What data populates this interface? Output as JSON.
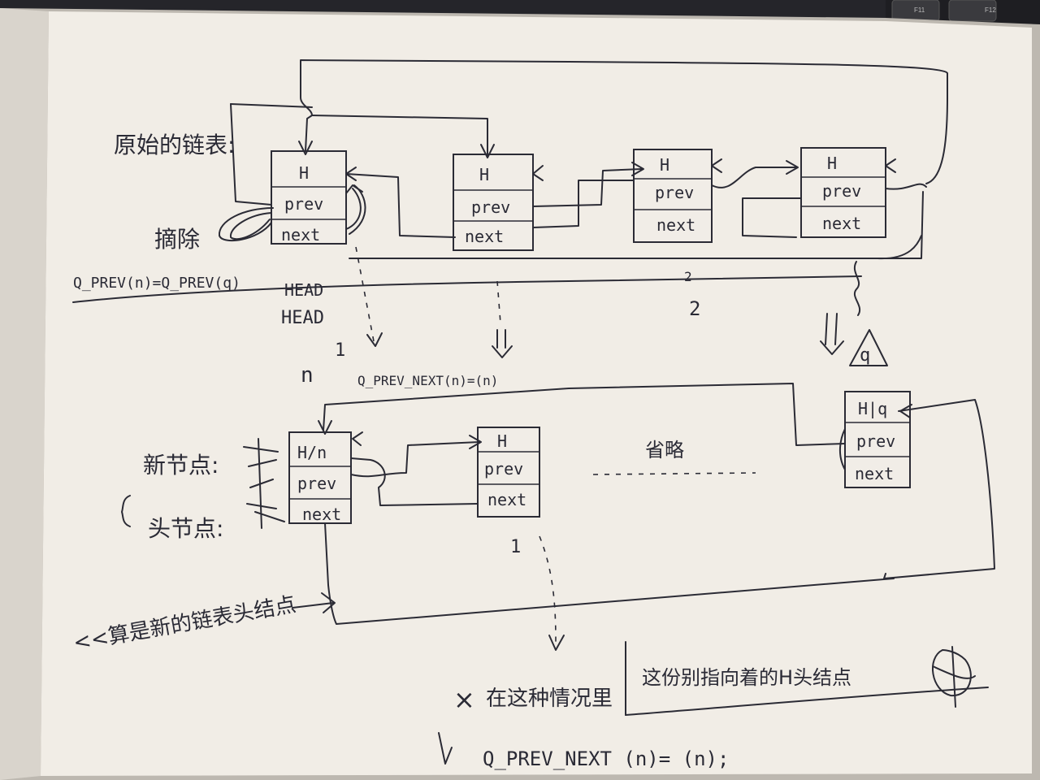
{
  "keyboard": {
    "key_f11": "F11",
    "key_f12": "F12"
  },
  "labels": {
    "original_list": "原始的链表:",
    "delete": "摘除",
    "prev_assign": "Q_PREV(n)=Q_PREV(q)",
    "head_1": "HEAD",
    "head_2": "HEAD",
    "mark_2a": "2",
    "mark_2b": "2",
    "q_label": "q",
    "n_label": "n",
    "prev_next_assign_1": "Q_PREV_NEXT(n)=(n)",
    "omitted": "省略",
    "new_node": "新节点:",
    "head_node": "头节点:",
    "mark_1": "1",
    "mark_1b": "1",
    "remark_left": "<<算是新的链表头结点",
    "cross_mark": "×",
    "remark_bottom_a": "在这种情况里",
    "remark_bottom_b": "这份别指向着的H头结点",
    "bottom_code": "Q_PREV_NEXT (n)= (n);"
  },
  "nodes": {
    "top": [
      {
        "head": "H",
        "prev": "prev",
        "next": "next"
      },
      {
        "head": "H",
        "prev": "prev",
        "next": "next"
      },
      {
        "head": "H",
        "prev": "prev",
        "next": "next"
      },
      {
        "head": "H",
        "prev": "prev",
        "next": "next"
      }
    ],
    "bottom": [
      {
        "head": "H/n",
        "prev": "prev",
        "next": "next"
      },
      {
        "head": "H",
        "prev": "prev",
        "next": "next"
      },
      {
        "head": "H|q",
        "prev": "prev",
        "next": "next"
      }
    ]
  }
}
